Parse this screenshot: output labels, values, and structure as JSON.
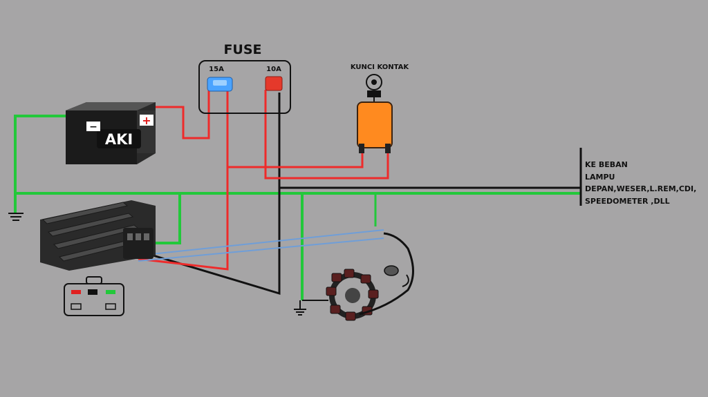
{
  "fuse": {
    "title": "FUSE",
    "fuse1_rating": "15A",
    "fuse2_rating": "10A"
  },
  "battery": {
    "label": "AKI",
    "positive": "+",
    "negative": "−"
  },
  "ignition": {
    "label": "KUNCI KONTAK"
  },
  "load": {
    "lines": [
      "KE BEBAN",
      "LAMPU",
      "DEPAN,WESER,L.REM,CDI,",
      "SPEEDOMETER ,DLL"
    ]
  },
  "colors": {
    "background": "#a6a5a6",
    "wire_red": "#ee2b2b",
    "wire_green": "#22c83a",
    "wire_black": "#111111",
    "wire_blue": "#6f9ed8",
    "fuse_15a": "#4aa3ff",
    "fuse_10a": "#e5392b",
    "ignition_body": "#ff8a1f"
  },
  "icons": [
    "ground-icon",
    "connector-pinout-icon",
    "stator-coil-icon",
    "regulator-rectifier-icon",
    "battery-icon",
    "ignition-switch-icon"
  ]
}
